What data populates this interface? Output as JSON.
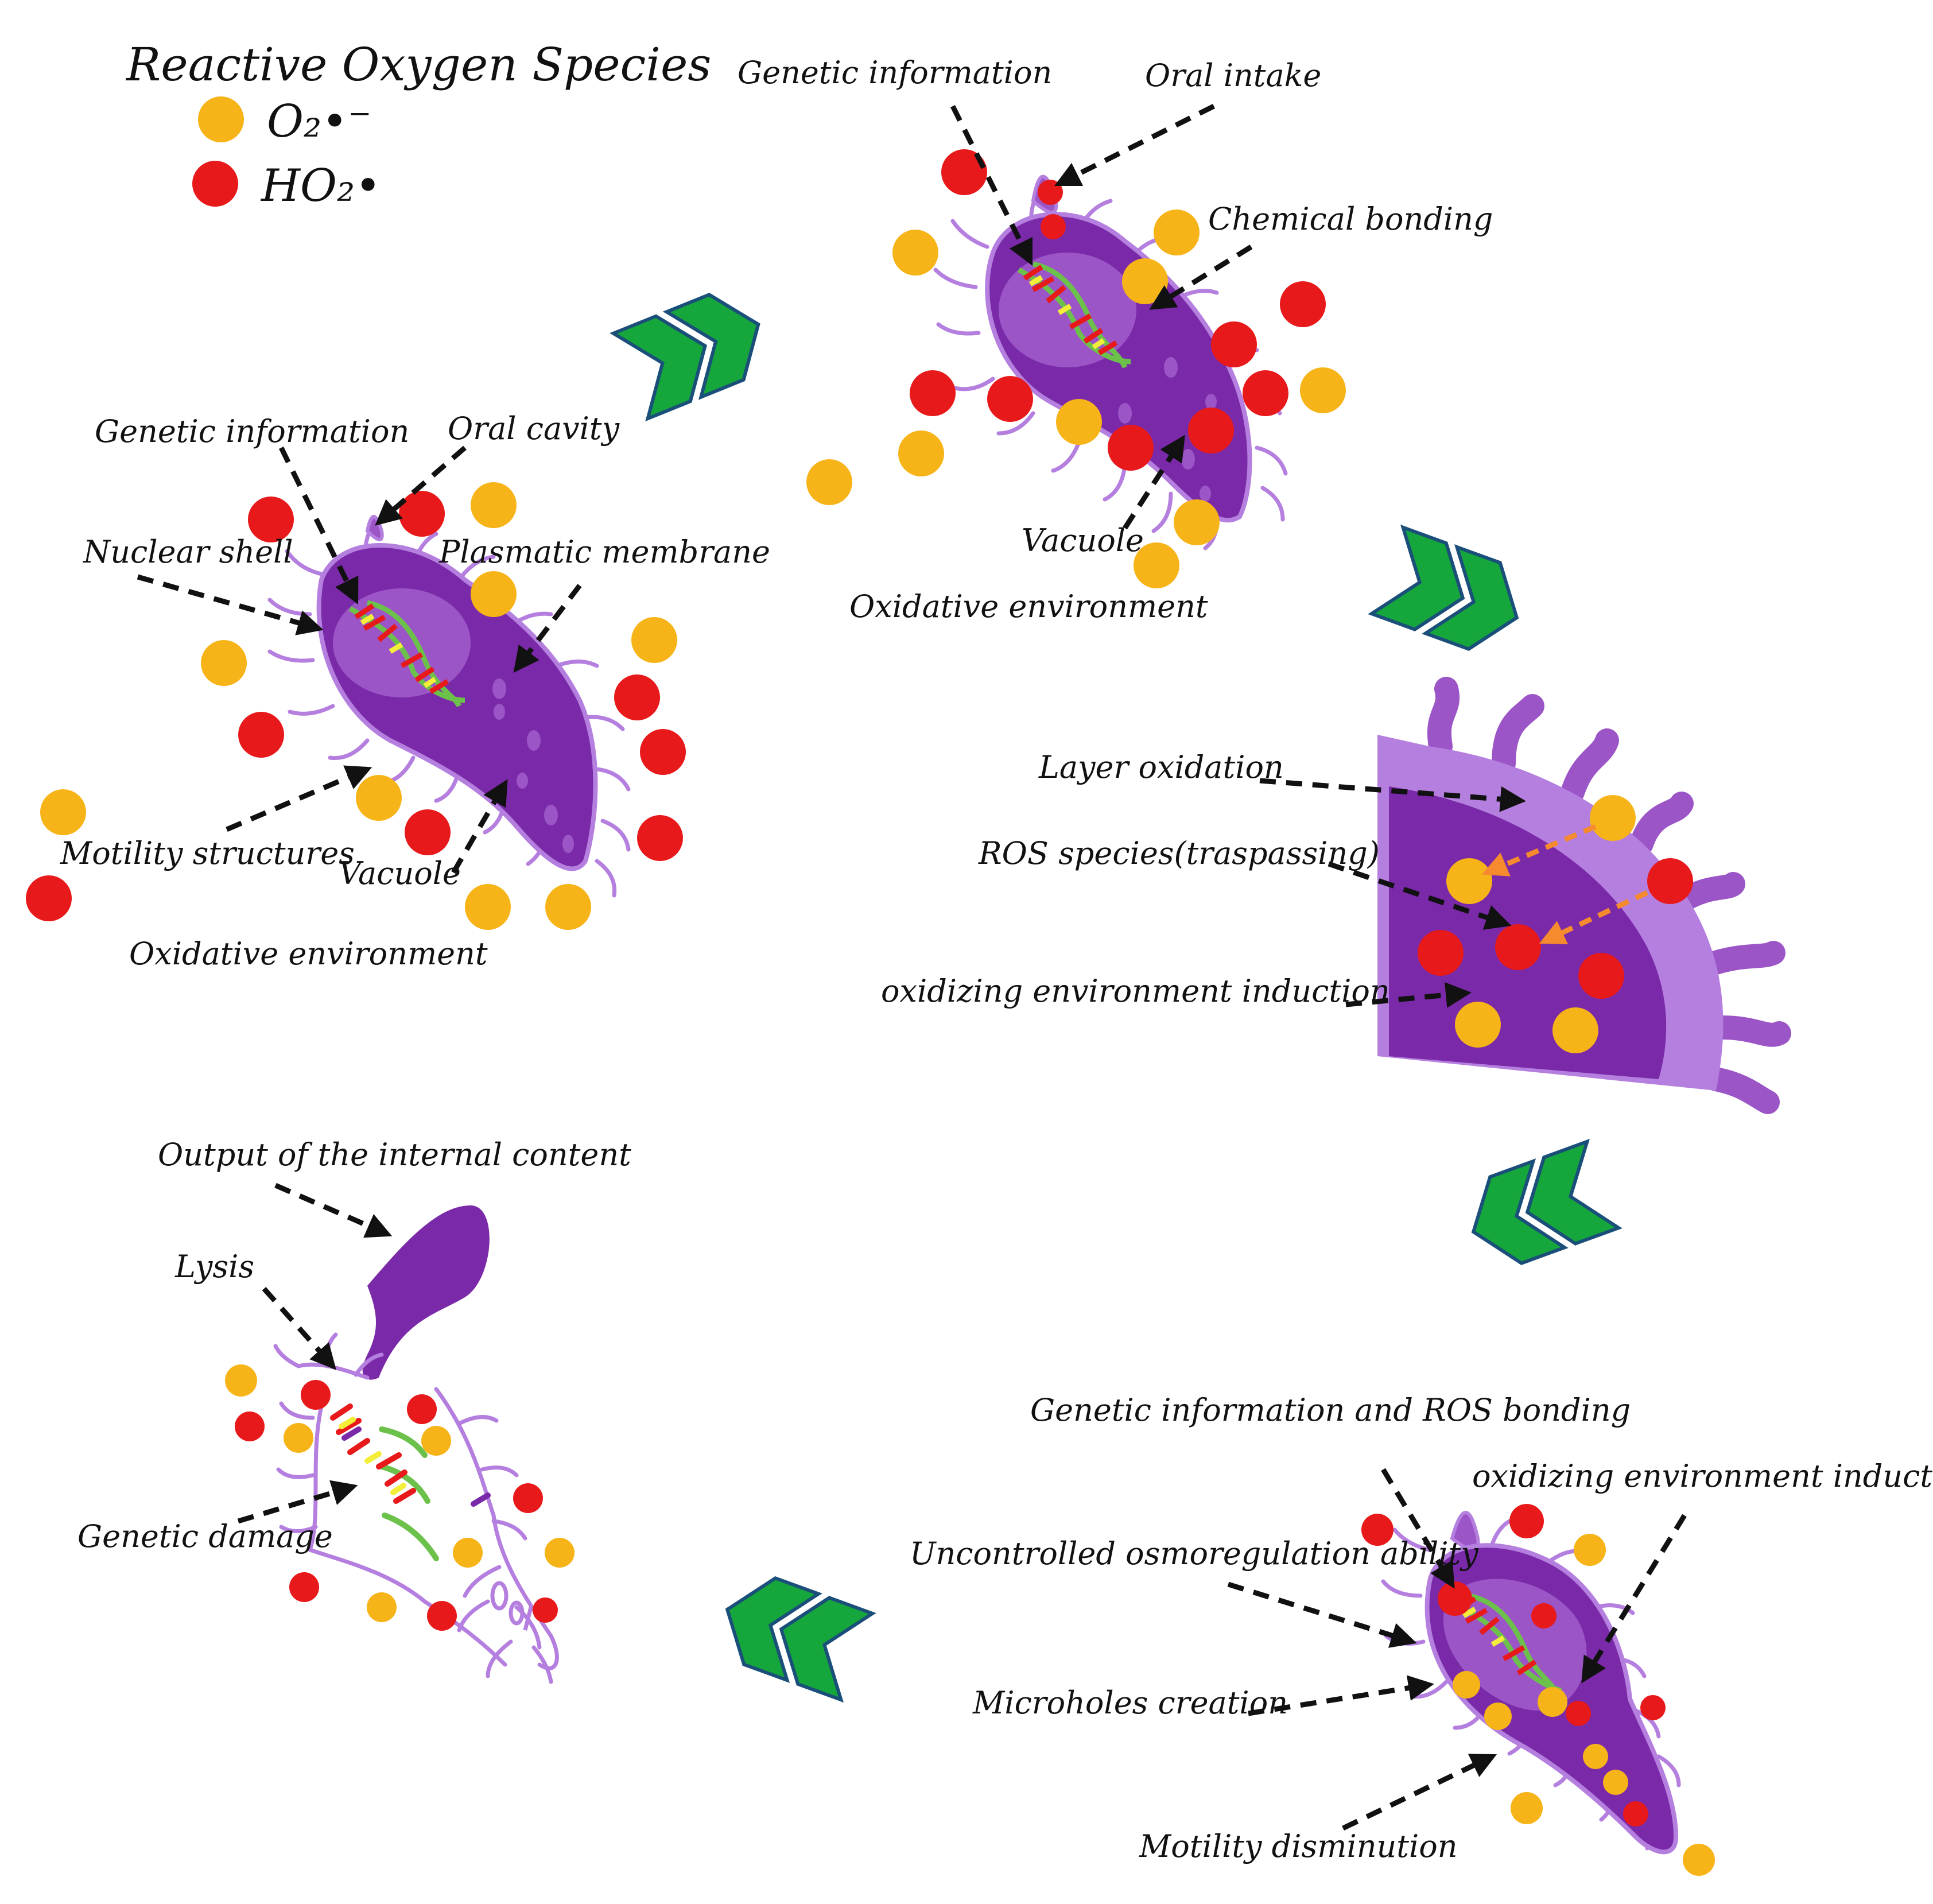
{
  "legend": {
    "title": "Reactive Oxygen Species",
    "items": [
      {
        "label": "O₂•⁻",
        "color": "#f7b418"
      },
      {
        "label": "HO₂•",
        "color": "#e8191a"
      }
    ]
  },
  "colors": {
    "cell": "#7a2aa8",
    "cell_light": "#9b55c7",
    "membrane": "#b57fdf",
    "arrow": "#15a63c",
    "arrow_edge": "#1a4f79",
    "dna": "#6cc14a"
  },
  "stages": {
    "healthy": {
      "genetic_information": "Genetic information",
      "oral_cavity": "Oral cavity",
      "nuclear_shell": "Nuclear shell",
      "plasmatic_membrane": "Plasmatic membrane",
      "motility_structures": "Motility structures",
      "vacuole": "Vacuole",
      "oxidative_environment": "Oxidative environment"
    },
    "intake": {
      "genetic_information": "Genetic information",
      "oral_intake": "Oral intake",
      "chemical_bonding": "Chemical bonding",
      "vacuole": "Vacuole",
      "oxidative_environment": "Oxidative environment"
    },
    "membrane": {
      "layer_oxidation": "Layer oxidation",
      "ros_species": "ROS species(traspassing)",
      "oxidizing_induction": "oxidizing environment induction"
    },
    "damage": {
      "genetic_ros_bonding": "Genetic information and ROS bonding",
      "oxidizing_induction": "oxidizing environment induction",
      "osmoregulation": "Uncontrolled osmoregulation ability",
      "microholes": "Microholes creation",
      "motility_diminution": "Motility disminution"
    },
    "lysis": {
      "output_content": "Output of the internal content",
      "lysis": "Lysis",
      "genetic_damage": "Genetic damage"
    }
  }
}
